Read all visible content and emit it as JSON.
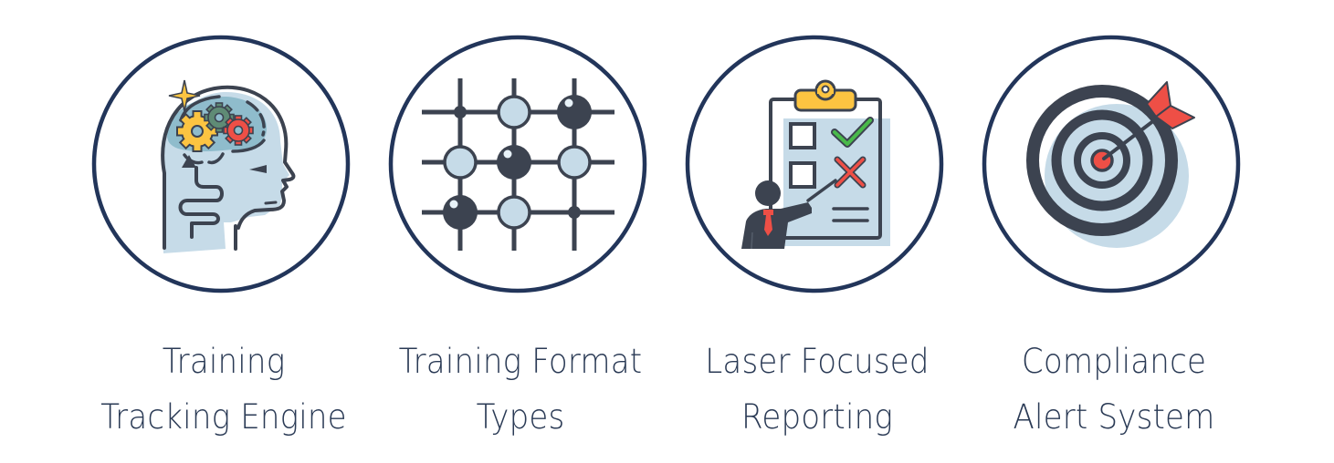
{
  "colors": {
    "ring": "#22355a",
    "ink": "#3c4350",
    "light_blue": "#c6dbe8",
    "mid_blue": "#8fbccc",
    "yellow": "#fcc441",
    "red": "#ee4f46",
    "green": "#49b94a",
    "text": "#2a3a55"
  },
  "features": [
    {
      "icon": "brain-gears-head-icon",
      "title_line_1": "Training",
      "title_line_2": "Tracking Engine"
    },
    {
      "icon": "grid-nodes-icon",
      "title_line_1": "Training Format",
      "title_line_2": "Types"
    },
    {
      "icon": "clipboard-presenter-icon",
      "title_line_1": "Laser Focused",
      "title_line_2": "Reporting"
    },
    {
      "icon": "target-arrow-icon",
      "title_line_1": "Compliance",
      "title_line_2": "Alert System"
    }
  ]
}
